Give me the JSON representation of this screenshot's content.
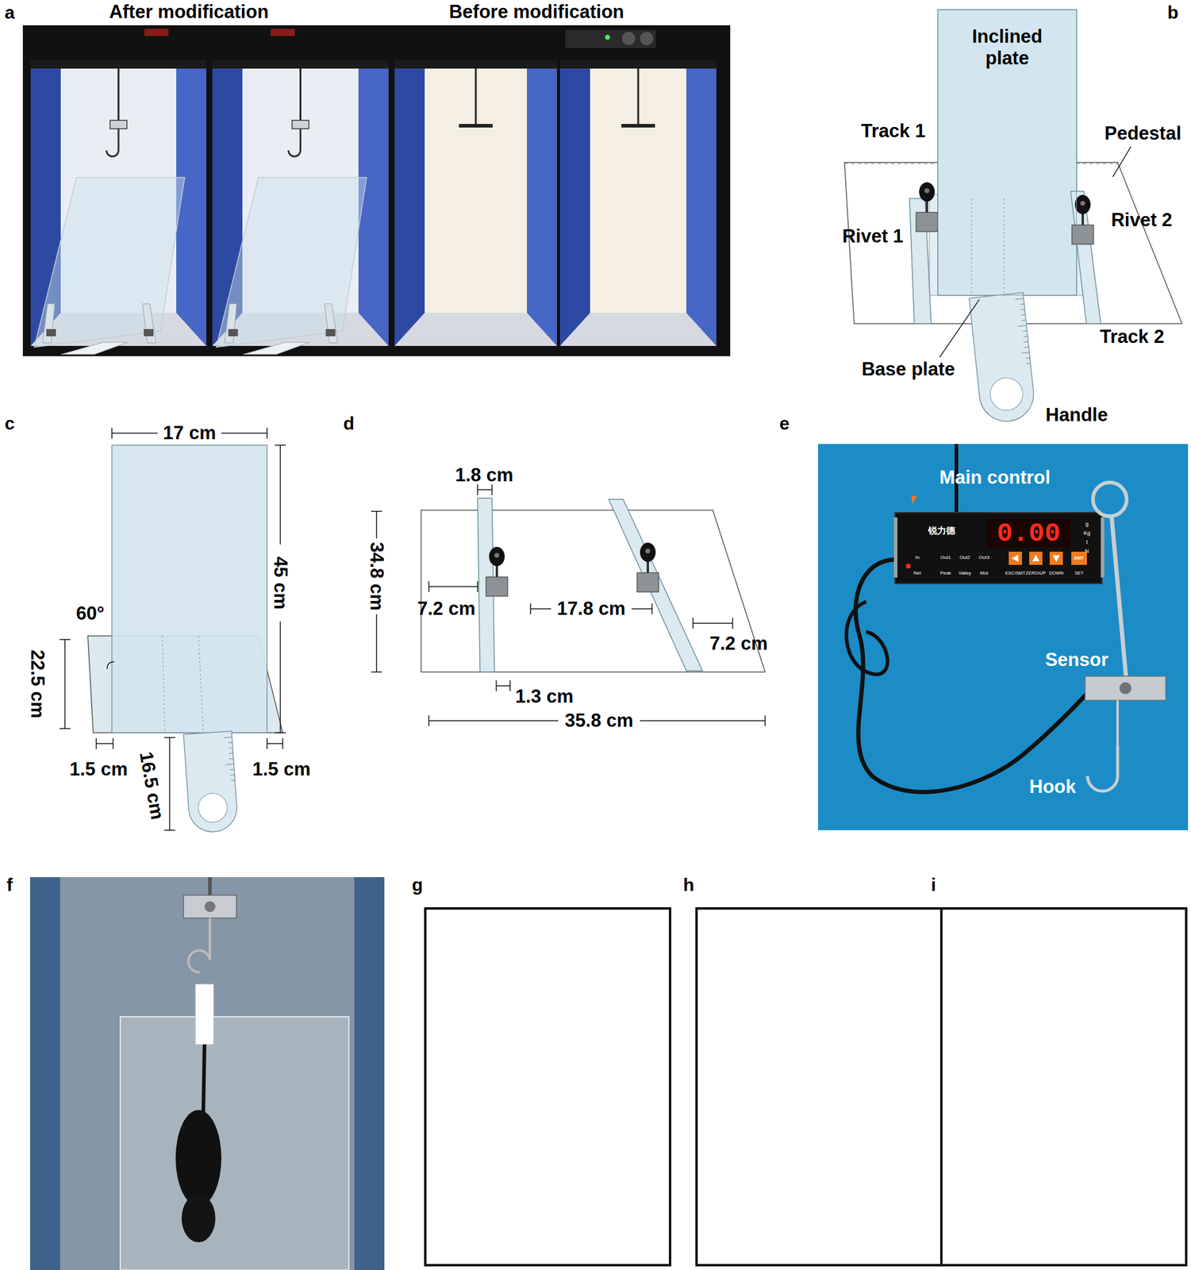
{
  "diagram": {
    "nodes": [
      {
        "text": [
          "Inclined plate"
        ]
      }
    ],
    "labels": [
      "a",
      "After modification",
      "Before modification",
      "b",
      "Track 1",
      "Pedestal",
      "Rivet 1",
      "Rivet 2",
      "Track 2",
      "Base plate",
      "Handle",
      "c",
      "17 cm",
      "45 cm",
      "60°",
      "22.5 cm",
      "1.5 cm",
      "16.5 cm",
      "1.5 cm",
      "d",
      "1.8 cm",
      "34.8 cm",
      "7.2 cm",
      "17.8 cm",
      "7.2 cm",
      "1.3 cm",
      "35.8 cm",
      "e",
      "Main control",
      "锐力德",
      "0.00",
      "g",
      "Kg",
      "t",
      "N",
      "In",
      "Net",
      "Out1",
      "Out2",
      "Out3",
      "Peak",
      "Valley",
      "Mot",
      "ENT",
      "ESC/SMT",
      "ZERO/UP",
      "DOWN",
      "SET",
      "Sensor",
      "Hook",
      "f",
      "g",
      "h",
      "i"
    ]
  }
}
